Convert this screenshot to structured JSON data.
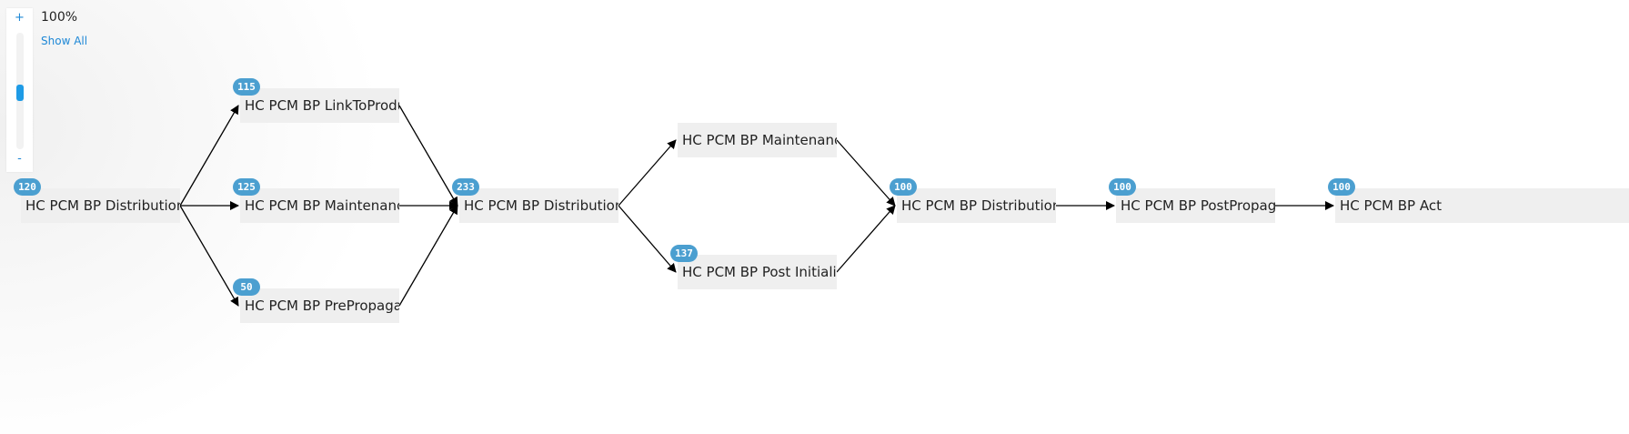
{
  "zoom": {
    "plus_label": "+",
    "minus_label": "-",
    "level_text": "100%",
    "show_all_label": "Show All"
  },
  "flow": {
    "nodes": [
      {
        "id": "n1",
        "label": "HC PCM BP DistributionInit",
        "count": "120"
      },
      {
        "id": "n2",
        "label": "HC PCM BP LinkToProduct",
        "count": "115"
      },
      {
        "id": "n3",
        "label": "HC PCM BP MaintenanceIn",
        "count": "125"
      },
      {
        "id": "n4",
        "label": "HC PCM BP PrePropagatio",
        "count": "50"
      },
      {
        "id": "n5",
        "label": "HC PCM BP Distribution Ph",
        "count": "233"
      },
      {
        "id": "n6",
        "label": "HC PCM BP MaintenancePr",
        "count": ""
      },
      {
        "id": "n7",
        "label": "HC PCM BP Post Initializati",
        "count": "137"
      },
      {
        "id": "n8",
        "label": "HC PCM BP Distribution Ph",
        "count": "100"
      },
      {
        "id": "n9",
        "label": "HC PCM BP PostPropagatio",
        "count": "100"
      },
      {
        "id": "n10",
        "label": "HC PCM BP Act",
        "count": "100"
      }
    ],
    "edges": [
      [
        "n1",
        "n2"
      ],
      [
        "n1",
        "n3"
      ],
      [
        "n1",
        "n4"
      ],
      [
        "n2",
        "n5"
      ],
      [
        "n3",
        "n5"
      ],
      [
        "n4",
        "n5"
      ],
      [
        "n5",
        "n6"
      ],
      [
        "n5",
        "n7"
      ],
      [
        "n6",
        "n8"
      ],
      [
        "n7",
        "n8"
      ],
      [
        "n8",
        "n9"
      ],
      [
        "n9",
        "n10"
      ]
    ]
  }
}
